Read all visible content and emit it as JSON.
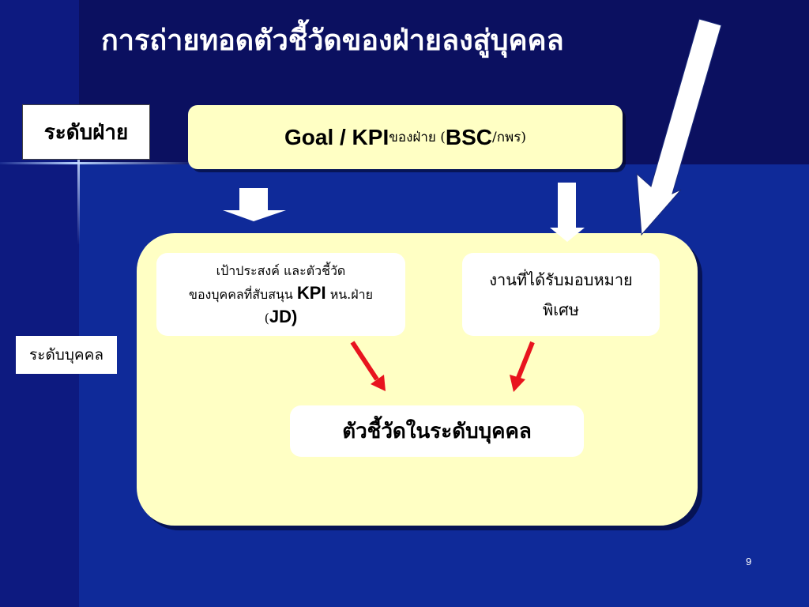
{
  "slide": {
    "title": "การถ่ายทอดตัวชี้วัดของฝ่ายลงสู่บุคคล",
    "page_number": "9"
  },
  "labels": {
    "department_level": "ระดับฝ่าย",
    "individual_level": "ระดับบุคคล"
  },
  "goal_box": {
    "part1": "Goal / KPI",
    "part2": " ของฝ่าย (",
    "part3": "BSC",
    "part4": "/กพร)"
  },
  "left_box": {
    "line1": "เป้าประสงค์ และตัวชี้วัด",
    "line2a": "ของบุคคลที่สับสนุน ",
    "line2b": "KPI",
    "line2c": " หน.ฝ่าย",
    "line3a": "(",
    "line3b": "JD)"
  },
  "right_box": {
    "line1": "งานที่ได้รับมอบหมาย",
    "line2": "พิเศษ"
  },
  "center_box": {
    "text": "ตัวชี้วัดในระดับบุคคล"
  },
  "colors": {
    "background": "#0b1060",
    "panel": "#ffffc4",
    "arrow_white": "#ffffff",
    "arrow_red": "#e8141e"
  }
}
